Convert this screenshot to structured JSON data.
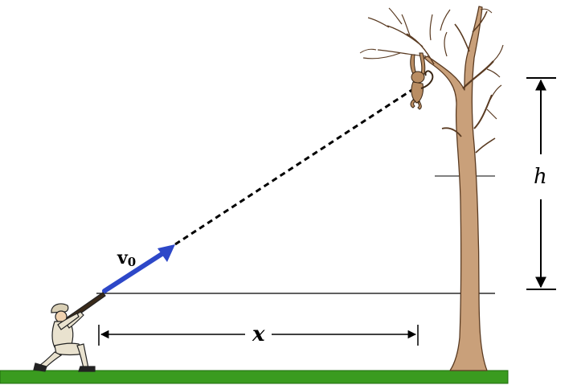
{
  "labels": {
    "velocity_symbol": "v",
    "velocity_subscript": "0",
    "height_symbol": "h",
    "distance_symbol": "x"
  },
  "colors": {
    "ground": "#3a9b1f",
    "ground_edge": "#1f6b0c",
    "tree_trunk": "#c9a07a",
    "tree_outline": "#5a3b22",
    "velocity_arrow": "#2d47c8",
    "line": "#000000",
    "hunter_skin": "#f0d2b0",
    "hunter_clothes": "#e9e2cf",
    "monkey": "#b98d63"
  },
  "icons": {
    "hunter": "hunter-with-rifle-figure",
    "tree": "bare-tree-figure",
    "monkey": "hanging-monkey-figure"
  }
}
